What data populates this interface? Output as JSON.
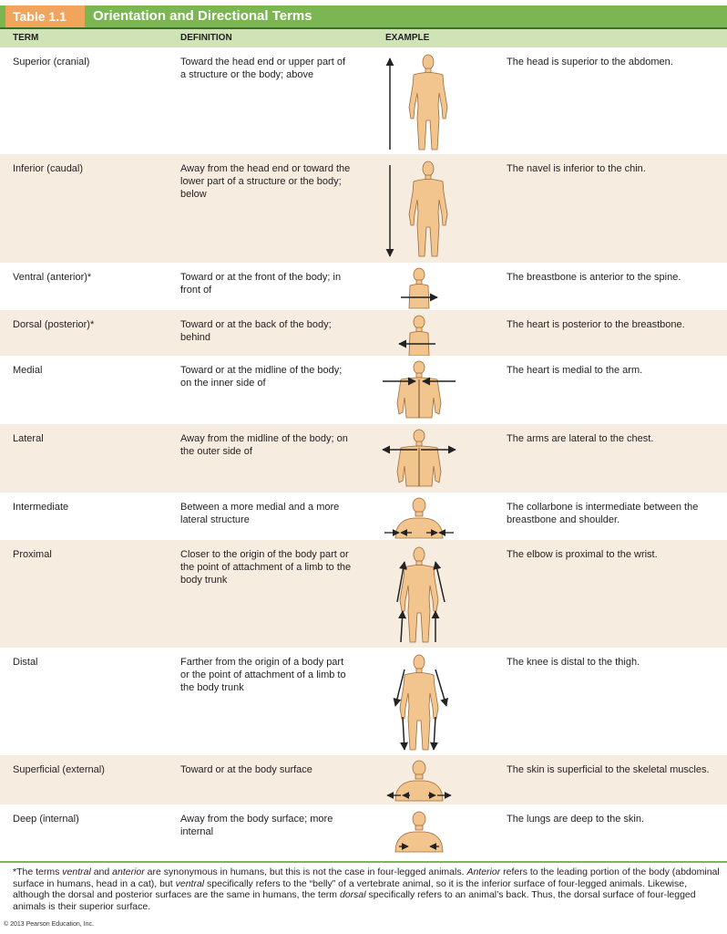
{
  "table": {
    "label": "Table 1.1",
    "title": "Orientation and Directional Terms",
    "headers": {
      "term": "TERM",
      "definition": "DEFINITION",
      "example": "EXAMPLE"
    },
    "rows": [
      {
        "term": "Superior (cranial)",
        "definition": "Toward the head end or upper part of a structure or the body; above",
        "example": "The head is superior to the abdomen."
      },
      {
        "term": "Inferior (caudal)",
        "definition": "Away from the head end or toward the lower part of a structure or the body; below",
        "example": "The navel is inferior to the chin."
      },
      {
        "term": "Ventral (anterior)*",
        "definition": "Toward or at the front of the body; in front of",
        "example": "The breastbone is anterior to the spine."
      },
      {
        "term": "Dorsal (posterior)*",
        "definition": "Toward or at the back of the body; behind",
        "example": "The heart is posterior to the breastbone."
      },
      {
        "term": "Medial",
        "definition": "Toward or at the midline of the body; on the inner side of",
        "example": "The heart is medial to the arm."
      },
      {
        "term": "Lateral",
        "definition": "Away from the midline of the body; on the outer side of",
        "example": "The arms are lateral to the chest."
      },
      {
        "term": "Intermediate",
        "definition": "Between a more medial and a more lateral structure",
        "example": "The collarbone is intermediate between the breastbone and shoulder."
      },
      {
        "term": "Proximal",
        "definition": "Closer to the origin of the body part or the point of attachment of a limb to the body trunk",
        "example": "The elbow is proximal to the wrist."
      },
      {
        "term": "Distal",
        "definition": "Farther from the origin of a body part or the point of attachment of a limb to the body trunk",
        "example": "The knee is distal to the thigh."
      },
      {
        "term": "Superficial (external)",
        "definition": "Toward or at the body surface",
        "example": "The skin is superficial to the skeletal muscles."
      },
      {
        "term": "Deep (internal)",
        "definition": "Away from the body surface; more internal",
        "example": "The lungs are deep to the skin."
      }
    ]
  },
  "footnote": {
    "p1": "*The terms ",
    "i1": "ventral",
    "p2": " and ",
    "i2": "anterior",
    "p3": " are synonymous in humans, but this is not the case in four-legged animals. ",
    "i3": "Anterior",
    "p4": " refers to the leading portion of the body (abdominal surface in humans, head in a cat), but ",
    "i4": "ventral",
    "p5": " specifically refers to the “belly” of a vertebrate animal, so it is the inferior surface of four-legged animals. Likewise, although the dorsal and posterior surfaces are the same in humans, the term ",
    "i5": "dorsal",
    "p6": " specifically refers to an animal’s back. Thus, the dorsal surface of four-legged animals is their superior surface."
  },
  "copyright": "© 2013 Pearson Education, Inc.",
  "colors": {
    "green": "#7bb652",
    "orange": "#f0a45c",
    "header": "#cfe3b6",
    "skin": "#f2c48e",
    "skin_stroke": "#9c6b3c",
    "row_alt": "#f7ece0"
  }
}
